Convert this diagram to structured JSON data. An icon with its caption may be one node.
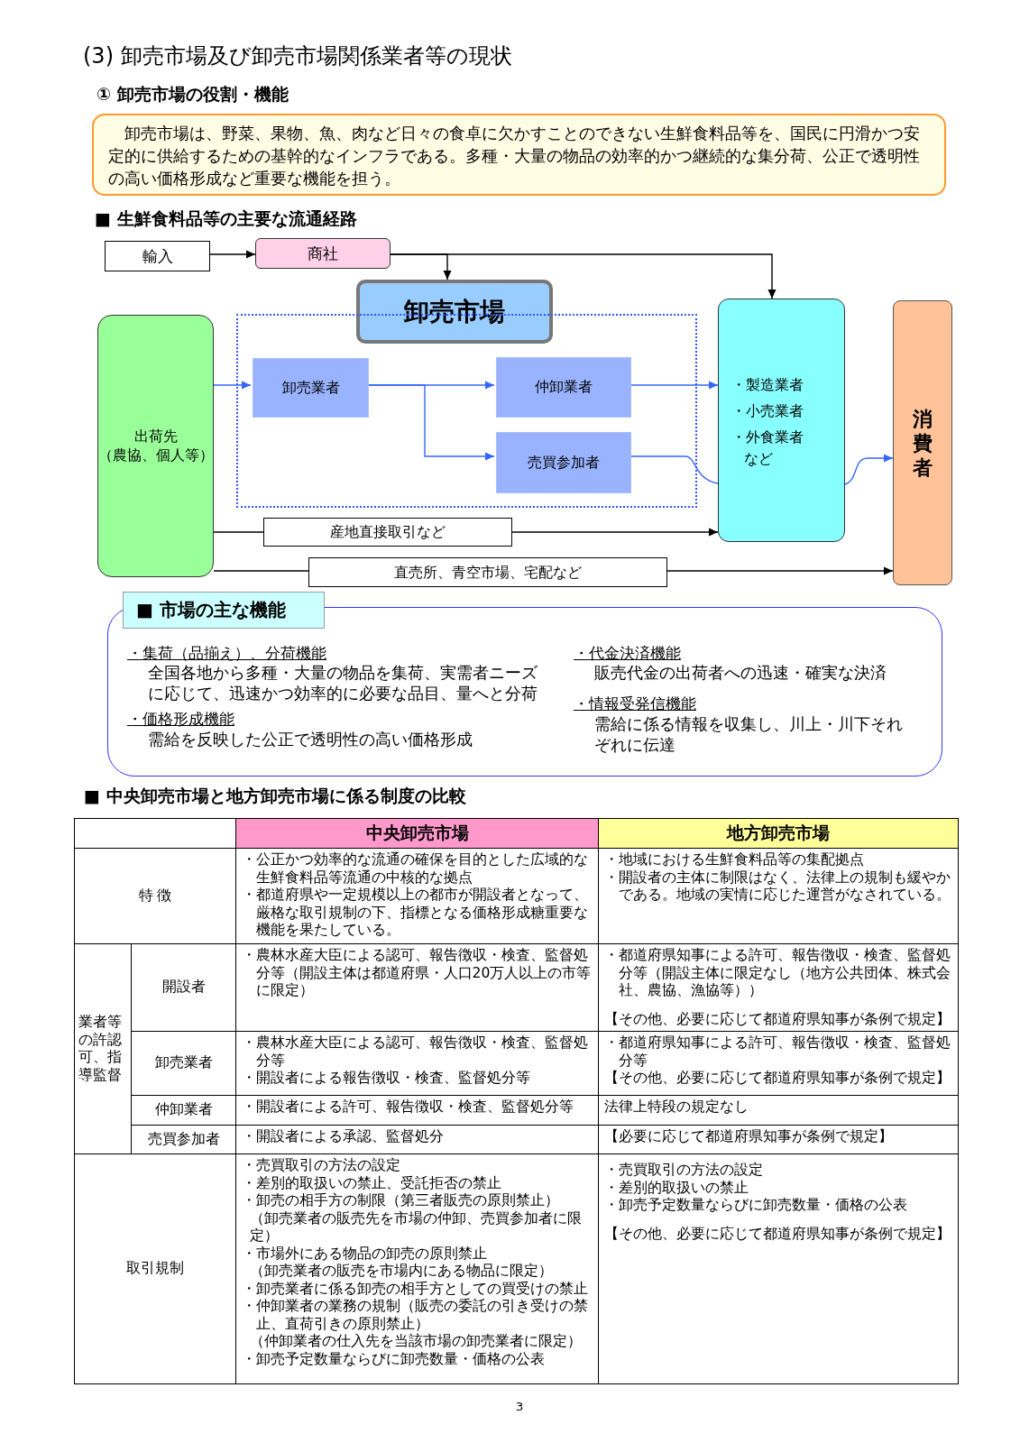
{
  "diagram": {
    "title": "(3) 卸売市場及び卸売市場関係業者等の現状",
    "nodes": [
      {
        "text": [
          "卸売市場は、野菜、果物、魚、肉など日々の食卓に欠かすことのできない生鮮食料品等を、国民に円滑かつ安定的に供給するための基幹的なインフラである。多種・大量の物品の効率的かつ継続的な集分荷、公正で透明性の高い価格形成など重要な機能を担う。"
        ]
      },
      {
        "text": [
          "輸入"
        ]
      },
      {
        "text": [
          "商社"
        ]
      },
      {
        "text": [
          "卸売市場"
        ]
      },
      {
        "text": [],
        "shape": "box"
      },
      {
        "text": [
          "卸売業者"
        ],
        "in": 4
      },
      {
        "text": [
          "仲卸業者"
        ],
        "in": 4
      },
      {
        "text": [
          "売買参加者"
        ],
        "in": 4
      },
      {
        "text": [
          "出荷先",
          "（農協、個人等）"
        ]
      },
      {
        "text": [
          "・製造業者",
          "・小売業者",
          "・外食業者",
          "など"
        ]
      },
      {
        "text": [
          "消費者"
        ]
      },
      {
        "text": [
          "■ 市場の主な機能"
        ]
      },
      {
        "text": [
          "・集荷（品揃え）、分荷機能",
          "全国各地から多種・大量の物品を集荷、実需者ニーズに応じて、迅速かつ効率的に必要な品目、量へと分荷",
          "・価格形成機能",
          "需給を反映した公正で透明性の高い価格形成",
          "・代金決済機能",
          "販売代金の出荷者への迅速・確実な決済",
          "・情報受発信機能",
          "需給に係る情報を収集し、川上・川下それぞれに伝達"
        ]
      }
    ],
    "edges": [
      {
        "from": 1,
        "to": 2,
        "arrow": "to",
        "color": "#000000"
      },
      {
        "from": 2,
        "to": 3,
        "arrow": "to",
        "color": "#000000"
      },
      {
        "from": 2,
        "to": 9,
        "arrow": "to",
        "color": "#000000"
      },
      {
        "from": 8,
        "to": 5,
        "arrow": "to"
      },
      {
        "from": 5,
        "to": 6,
        "arrow": "to"
      },
      {
        "from": 5,
        "to": 7,
        "arrow": "to"
      },
      {
        "from": 6,
        "to": 9,
        "arrow": "to"
      },
      {
        "from": 7,
        "to": 9,
        "arrow": "none"
      },
      {
        "from": 9,
        "to": 10,
        "arrow": "to"
      },
      {
        "from": 8,
        "to": 9,
        "arrow": "to",
        "label": "産地直接取引など",
        "color": "#000000"
      },
      {
        "from": 8,
        "to": 10,
        "arrow": "to",
        "label": "直売所、青空市場、宅配など",
        "color": "#000000"
      }
    ],
    "labels": [
      "① 卸売市場の役割・機能",
      "■ 生鮮食料品等の主要な流通経路",
      "■ 中央卸売市場と地方卸売市場に係る制度の比較",
      "中央卸売市場",
      "地方卸売市場",
      "特 徴",
      "・公正かつ効率的な流通の確保を目的とした広域的な生鮮食料品等流通の中核的な拠点",
      "・都道府県や一定規模以上の都市が開設者となって、厳格な取引規制の下、指標となる価格形成糖重要な機能を果たしている。",
      "・地域における生鮮食料品等の集配拠点",
      "・開設者の主体に制限はなく、法律上の規制も緩やかである。地域の実情に応じた運営がなされている。",
      "業者等の許認可、指導監督",
      "開設者",
      "・農林水産大臣による認可、報告徴収・検査、監督処分等（開設主体は都道府県・人口20万人以上の市等に限定）",
      "・都道府県知事による許可、報告徴収・検査、監督処分等（開設主体に限定なし（地方公共団体、株式会社、農協、漁協等））",
      "【その他、必要に応じて都道府県知事が条例で規定】",
      "卸売業者",
      "・農林水産大臣による認可、報告徴収・検査、監督処分等",
      "・開設者による報告徴収・検査、監督処分等",
      "・都道府県知事による許可、報告徴収・検査、監督処分等",
      "【その他、必要に応じて都道府県知事が条例で規定】",
      "仲卸業者",
      "・開設者による許可、報告徴収・検査、監督処分等",
      "法律上特段の規定なし",
      "売買参加者",
      "・開設者による承認、監督処分",
      "【必要に応じて都道府県知事が条例で規定】",
      "取引規制",
      "・売買取引の方法の設定",
      "・差別的取扱いの禁止、受託拒否の禁止",
      "・卸売の相手方の制限（第三者販売の原則禁止）",
      "（卸売業者の販売先を市場の仲卸、売買参加者に限定）",
      "・市場外にある物品の卸売の原則禁止",
      "（卸売業者の販売を市場内にある物品に限定）",
      "・卸売業者に係る卸売の相手方としての買受けの禁止",
      "・仲卸業者の業務の規制（販売の委託の引き受けの禁止、直荷引きの原則禁止）",
      "（仲卸業者の仕入先を当該市場の卸売業者に限定）",
      "・卸売予定数量ならびに卸売数量・価格の公表",
      "・売買取引の方法の設定",
      "・差別的取扱いの禁止",
      "・卸売予定数量ならびに卸売数量・価格の公表",
      "【その他、必要に応じて都道府県知事が条例で規定】",
      "3"
    ]
  }
}
